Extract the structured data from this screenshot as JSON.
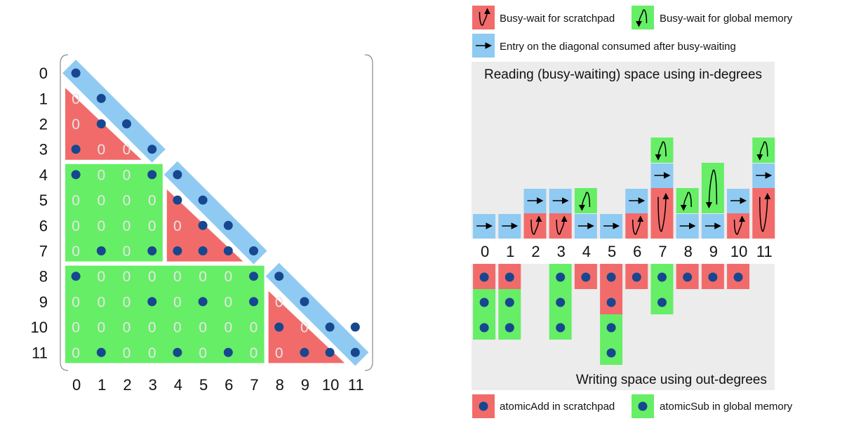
{
  "colors": {
    "red": "#f26b6b",
    "green": "#66ee66",
    "blue": "#8fcaf2",
    "dot": "#17478f",
    "zero": "#e6e6e6",
    "panel": "#ececec",
    "text": "#111111"
  },
  "matrix": {
    "size": 12,
    "row_labels": [
      "0",
      "1",
      "2",
      "3",
      "4",
      "5",
      "6",
      "7",
      "8",
      "9",
      "10",
      "11"
    ],
    "col_labels": [
      "0",
      "1",
      "2",
      "3",
      "4",
      "5",
      "6",
      "7",
      "8",
      "9",
      "10",
      "11"
    ],
    "blocks": [
      [
        0,
        3
      ],
      [
        4,
        7
      ],
      [
        8,
        11
      ]
    ],
    "cells": [
      "D...........",
      "0D..........",
      "0DD.........",
      "D00D........",
      "D00DD.......",
      "0000DD......",
      "00000DD.....",
      "0D0DDDDD....",
      "D000000DD...",
      "000D0D0D0D..",
      "00000000D0DD",
      "0D00D0D00DDD"
    ]
  },
  "legend_top": [
    {
      "icon": "scratchpad-wait",
      "label": "Busy-wait for scratchpad"
    },
    {
      "icon": "global-wait",
      "label": "Busy-wait for global memory"
    },
    {
      "icon": "diagonal-entry",
      "label": "Entry on the diagonal consumed after busy-waiting"
    }
  ],
  "reading": {
    "title": "Reading (busy-waiting) space using in-degrees",
    "columns": [
      [
        "A"
      ],
      [
        "A"
      ],
      [
        "R",
        "A"
      ],
      [
        "R",
        "A"
      ],
      [
        "A",
        "G"
      ],
      [
        "A"
      ],
      [
        "R",
        "A"
      ],
      [
        "R2",
        "A",
        "G"
      ],
      [
        "A",
        "G"
      ],
      [
        "A",
        "G2"
      ],
      [
        "R",
        "A"
      ],
      [
        "R2",
        "A",
        "G"
      ]
    ]
  },
  "col_labels": [
    "0",
    "1",
    "2",
    "3",
    "4",
    "5",
    "6",
    "7",
    "8",
    "9",
    "10",
    "11"
  ],
  "writing": {
    "title": "Writing space using out-degrees",
    "columns": [
      [
        "R",
        "G",
        "G"
      ],
      [
        "R",
        "G",
        "G"
      ],
      [],
      [
        "G",
        "G",
        "G"
      ],
      [
        "R"
      ],
      [
        "R",
        "R",
        "G",
        "G"
      ],
      [
        "R"
      ],
      [
        "G",
        "G"
      ],
      [
        "R"
      ],
      [
        "R"
      ],
      [
        "R"
      ],
      []
    ]
  },
  "legend_bottom": [
    {
      "icon": "atomic-add",
      "label": "atomicAdd in scratchpad"
    },
    {
      "icon": "atomic-sub",
      "label": "atomicSub in global memory"
    }
  ]
}
